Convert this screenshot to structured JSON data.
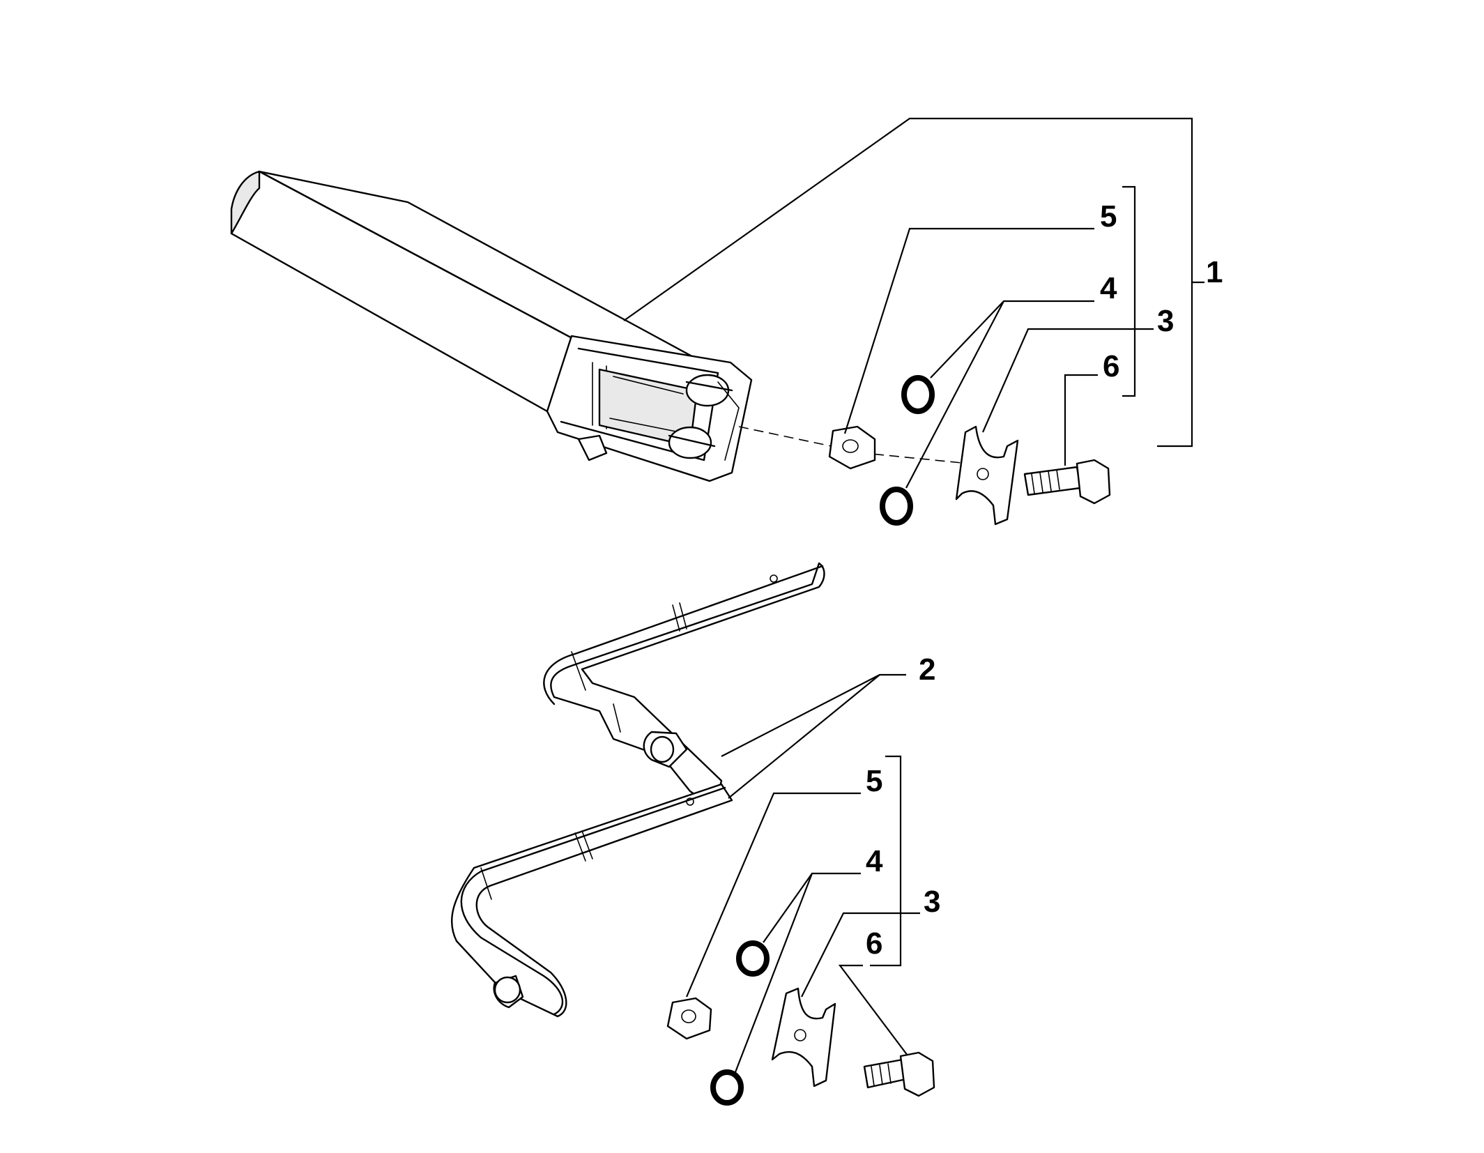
{
  "callouts": {
    "heater_core": "1",
    "pipe": "2",
    "clamp_upper": "3",
    "seal_upper": "4",
    "nut_upper": "5",
    "bolt_upper": "6",
    "clamp_lower": "3",
    "seal_lower": "4",
    "nut_lower": "5",
    "bolt_lower": "6"
  }
}
